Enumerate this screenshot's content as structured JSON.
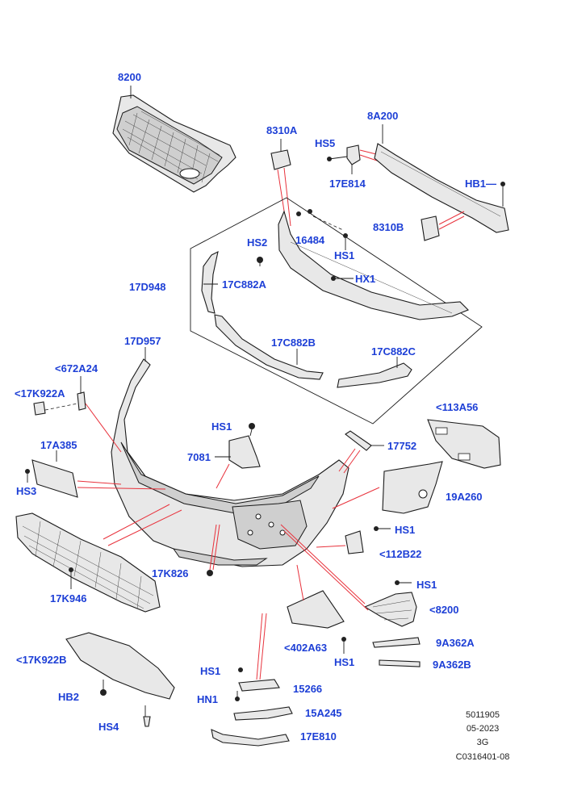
{
  "parts": [
    {
      "id": "8200-top",
      "label": "8200"
    },
    {
      "id": "8310A",
      "label": "8310A"
    },
    {
      "id": "HS5",
      "label": "HS5"
    },
    {
      "id": "8A200",
      "label": "8A200"
    },
    {
      "id": "17E814",
      "label": "17E814"
    },
    {
      "id": "HB1",
      "label": "HB1—"
    },
    {
      "id": "8310B",
      "label": "8310B"
    },
    {
      "id": "HS2",
      "label": "HS2"
    },
    {
      "id": "16484",
      "label": "16484"
    },
    {
      "id": "HS1-a",
      "label": "HS1"
    },
    {
      "id": "17D948",
      "label": "17D948"
    },
    {
      "id": "17C882A",
      "label": "17C882A"
    },
    {
      "id": "HX1",
      "label": "HX1"
    },
    {
      "id": "17D957",
      "label": "17D957"
    },
    {
      "id": "17C882B",
      "label": "17C882B"
    },
    {
      "id": "17C882C",
      "label": "17C882C"
    },
    {
      "id": "672A24",
      "label": "<672A24"
    },
    {
      "id": "17K922A",
      "label": "<17K922A"
    },
    {
      "id": "113A56",
      "label": "<113A56"
    },
    {
      "id": "HS1-b",
      "label": "HS1"
    },
    {
      "id": "17A385",
      "label": "17A385"
    },
    {
      "id": "17752",
      "label": "17752"
    },
    {
      "id": "7081",
      "label": "7081"
    },
    {
      "id": "HS3",
      "label": "HS3"
    },
    {
      "id": "19A260",
      "label": "19A260"
    },
    {
      "id": "HS1-c",
      "label": "HS1"
    },
    {
      "id": "112B22",
      "label": "<112B22"
    },
    {
      "id": "17K826",
      "label": "17K826"
    },
    {
      "id": "HS1-d",
      "label": "HS1"
    },
    {
      "id": "17K946",
      "label": "17K946"
    },
    {
      "id": "8200-low",
      "label": "<8200"
    },
    {
      "id": "402A63",
      "label": "<402A63"
    },
    {
      "id": "9A362A",
      "label": "9A362A"
    },
    {
      "id": "17K922B",
      "label": "<17K922B"
    },
    {
      "id": "HS1-e",
      "label": "HS1"
    },
    {
      "id": "9A362B",
      "label": "9A362B"
    },
    {
      "id": "HS1-f",
      "label": "HS1"
    },
    {
      "id": "15266",
      "label": "15266"
    },
    {
      "id": "HB2",
      "label": "HB2"
    },
    {
      "id": "HN1",
      "label": "HN1"
    },
    {
      "id": "15A245",
      "label": "15A245"
    },
    {
      "id": "HS4",
      "label": "HS4"
    },
    {
      "id": "17E810",
      "label": "17E810"
    }
  ],
  "footer": {
    "line1": "5011905",
    "line2": "05-2023",
    "line3": "3G",
    "line4": "C0316401-08"
  },
  "colors": {
    "label": "#1d3fd6",
    "leader_red": "#e8323c",
    "line": "#1a1a1a"
  }
}
